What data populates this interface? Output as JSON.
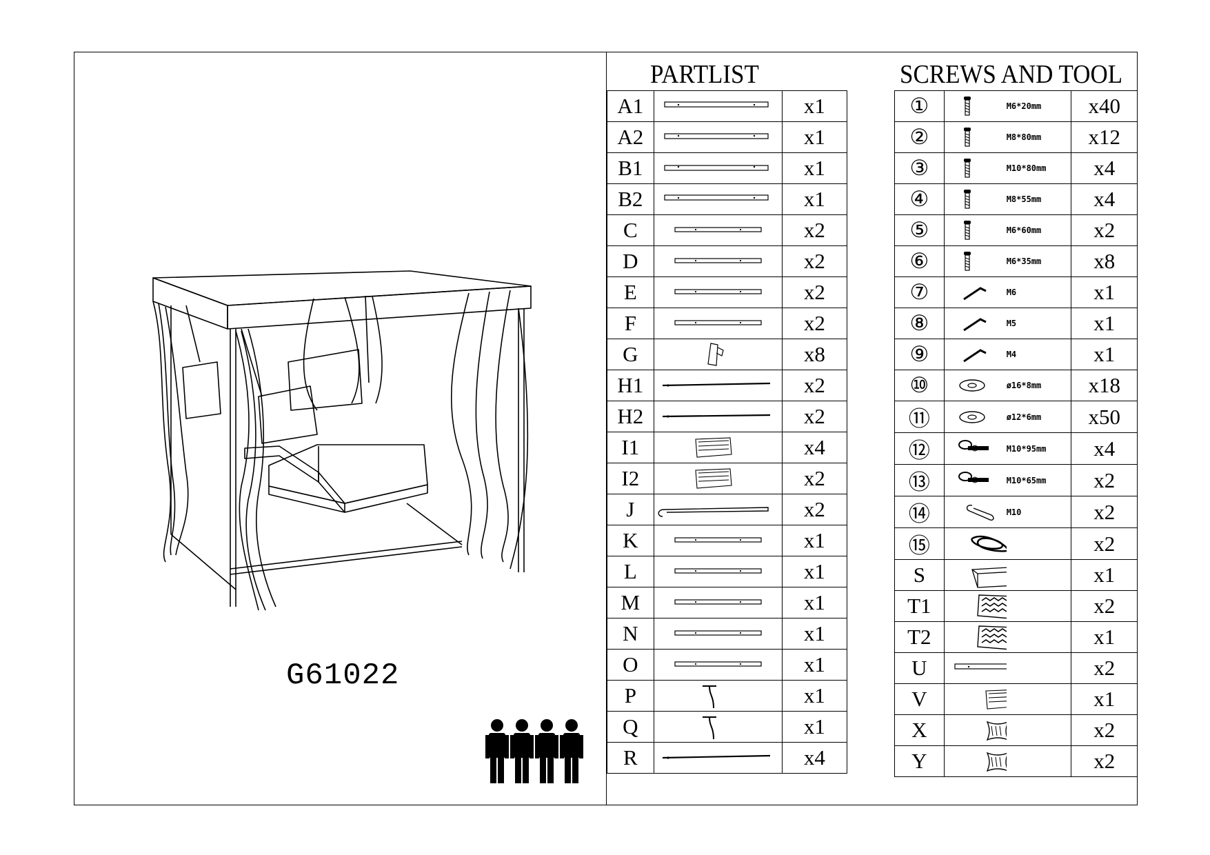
{
  "model_number": "G61022",
  "partlist": {
    "title": "PARTLIST",
    "rows": [
      {
        "label": "A1",
        "qty": "x1",
        "icon": "long-bar-icon"
      },
      {
        "label": "A2",
        "qty": "x1",
        "icon": "long-bar-icon"
      },
      {
        "label": "B1",
        "qty": "x1",
        "icon": "long-bar-icon"
      },
      {
        "label": "B2",
        "qty": "x1",
        "icon": "long-bar-icon"
      },
      {
        "label": "C",
        "qty": "x2",
        "icon": "bar-icon"
      },
      {
        "label": "D",
        "qty": "x2",
        "icon": "bar-icon"
      },
      {
        "label": "E",
        "qty": "x2",
        "icon": "bar-icon"
      },
      {
        "label": "F",
        "qty": "x2",
        "icon": "bar-icon"
      },
      {
        "label": "G",
        "qty": "x8",
        "icon": "bracket-icon"
      },
      {
        "label": "H1",
        "qty": "x2",
        "icon": "rod-icon"
      },
      {
        "label": "H2",
        "qty": "x2",
        "icon": "rod-icon"
      },
      {
        "label": "I1",
        "qty": "x4",
        "icon": "fabric-icon"
      },
      {
        "label": "I2",
        "qty": "x2",
        "icon": "fabric-icon"
      },
      {
        "label": "J",
        "qty": "x2",
        "icon": "hook-bar-icon"
      },
      {
        "label": "K",
        "qty": "x1",
        "icon": "bar-icon"
      },
      {
        "label": "L",
        "qty": "x1",
        "icon": "bar-icon"
      },
      {
        "label": "M",
        "qty": "x1",
        "icon": "bar-icon"
      },
      {
        "label": "N",
        "qty": "x1",
        "icon": "bar-icon"
      },
      {
        "label": "O",
        "qty": "x1",
        "icon": "bar-icon"
      },
      {
        "label": "P",
        "qty": "x1",
        "icon": "bent-tube-icon"
      },
      {
        "label": "Q",
        "qty": "x1",
        "icon": "bent-tube-icon"
      },
      {
        "label": "R",
        "qty": "x4",
        "icon": "rod-icon"
      }
    ]
  },
  "screws": {
    "title": "SCREWS AND TOOL",
    "rows": [
      {
        "num": "①",
        "spec": "M6*20mm",
        "qty": "x40",
        "icon": "bolt-icon"
      },
      {
        "num": "②",
        "spec": "M8*80mm",
        "qty": "x12",
        "icon": "bolt-icon"
      },
      {
        "num": "③",
        "spec": "M10*80mm",
        "qty": "x4",
        "icon": "bolt-icon"
      },
      {
        "num": "④",
        "spec": "M8*55mm",
        "qty": "x4",
        "icon": "bolt-icon"
      },
      {
        "num": "⑤",
        "spec": "M6*60mm",
        "qty": "x2",
        "icon": "bolt-icon"
      },
      {
        "num": "⑥",
        "spec": "M6*35mm",
        "qty": "x8",
        "icon": "bolt-icon"
      },
      {
        "num": "⑦",
        "spec": "M6",
        "qty": "x1",
        "icon": "allen-key-icon"
      },
      {
        "num": "⑧",
        "spec": "M5",
        "qty": "x1",
        "icon": "allen-key-icon"
      },
      {
        "num": "⑨",
        "spec": "M4",
        "qty": "x1",
        "icon": "allen-key-icon"
      },
      {
        "num": "⑩",
        "spec": "ø16*8mm",
        "qty": "x18",
        "icon": "washer-icon"
      },
      {
        "num": "⑪",
        "spec": "ø12*6mm",
        "qty": "x50",
        "icon": "washer-icon"
      },
      {
        "num": "⑫",
        "spec": "M10*95mm",
        "qty": "x4",
        "icon": "eye-bolt-icon"
      },
      {
        "num": "⑬",
        "spec": "M10*65mm",
        "qty": "x2",
        "icon": "eye-bolt-icon"
      },
      {
        "num": "⑭",
        "spec": "M10",
        "qty": "x2",
        "icon": "wrench-icon"
      },
      {
        "num": "⑮",
        "spec": "",
        "qty": "x2",
        "icon": "cord-icon"
      },
      {
        "num": "S",
        "spec": "",
        "qty": "x1",
        "icon": "box-icon"
      },
      {
        "num": "T1",
        "spec": "",
        "qty": "x2",
        "icon": "cushion-icon"
      },
      {
        "num": "T2",
        "spec": "",
        "qty": "x1",
        "icon": "cushion-icon"
      },
      {
        "num": "U",
        "spec": "",
        "qty": "x2",
        "icon": "long-bar-icon"
      },
      {
        "num": "V",
        "spec": "",
        "qty": "x1",
        "icon": "fabric-icon"
      },
      {
        "num": "X",
        "spec": "",
        "qty": "x2",
        "icon": "pillow-icon"
      },
      {
        "num": "Y",
        "spec": "",
        "qty": "x2",
        "icon": "pillow-icon"
      }
    ]
  }
}
